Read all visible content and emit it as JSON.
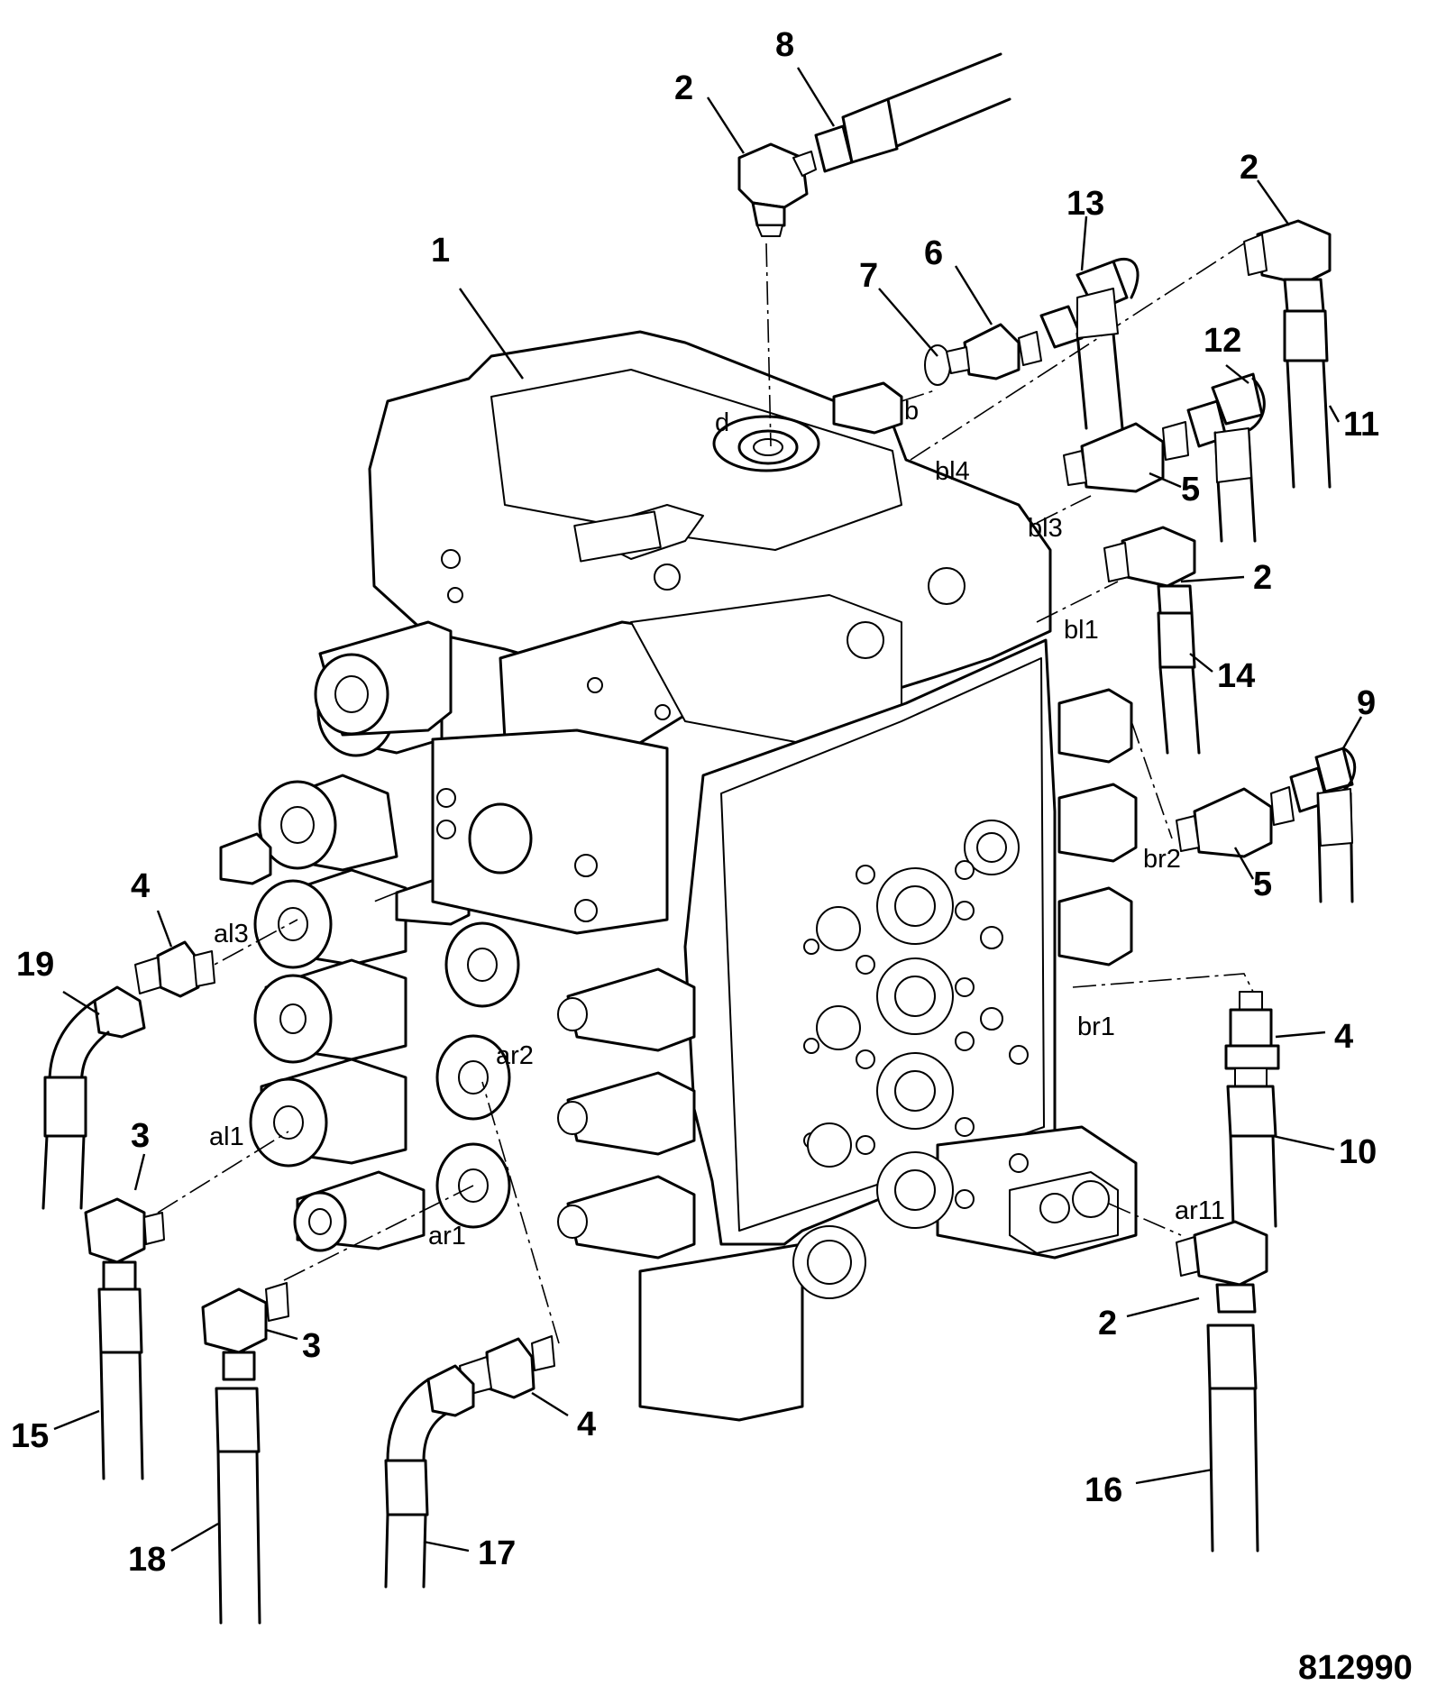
{
  "drawing_number": "812990",
  "callouts": [
    {
      "id": "c-1",
      "text": "1"
    },
    {
      "id": "c-2a",
      "text": "2"
    },
    {
      "id": "c-8",
      "text": "8"
    },
    {
      "id": "c-2b",
      "text": "2"
    },
    {
      "id": "c-13",
      "text": "13"
    },
    {
      "id": "c-6",
      "text": "6"
    },
    {
      "id": "c-7",
      "text": "7"
    },
    {
      "id": "c-12",
      "text": "12"
    },
    {
      "id": "c-11",
      "text": "11"
    },
    {
      "id": "c-5a",
      "text": "5"
    },
    {
      "id": "c-2c",
      "text": "2"
    },
    {
      "id": "c-14",
      "text": "14"
    },
    {
      "id": "c-9",
      "text": "9"
    },
    {
      "id": "c-5b",
      "text": "5"
    },
    {
      "id": "c-4a",
      "text": "4"
    },
    {
      "id": "c-19",
      "text": "19"
    },
    {
      "id": "c-4b",
      "text": "4"
    },
    {
      "id": "c-10",
      "text": "10"
    },
    {
      "id": "c-3a",
      "text": "3"
    },
    {
      "id": "c-3b",
      "text": "3"
    },
    {
      "id": "c-2d",
      "text": "2"
    },
    {
      "id": "c-15",
      "text": "15"
    },
    {
      "id": "c-4c",
      "text": "4"
    },
    {
      "id": "c-16",
      "text": "16"
    },
    {
      "id": "c-18",
      "text": "18"
    },
    {
      "id": "c-17",
      "text": "17"
    }
  ],
  "port_labels": {
    "d": "d",
    "b": "b",
    "bl4": "bl4",
    "bl3": "bl3",
    "bl1": "bl1",
    "br2": "br2",
    "br1": "br1",
    "al3": "al3",
    "ar2": "ar2",
    "al1": "al1",
    "ar1": "ar1",
    "ar11": "ar11"
  }
}
